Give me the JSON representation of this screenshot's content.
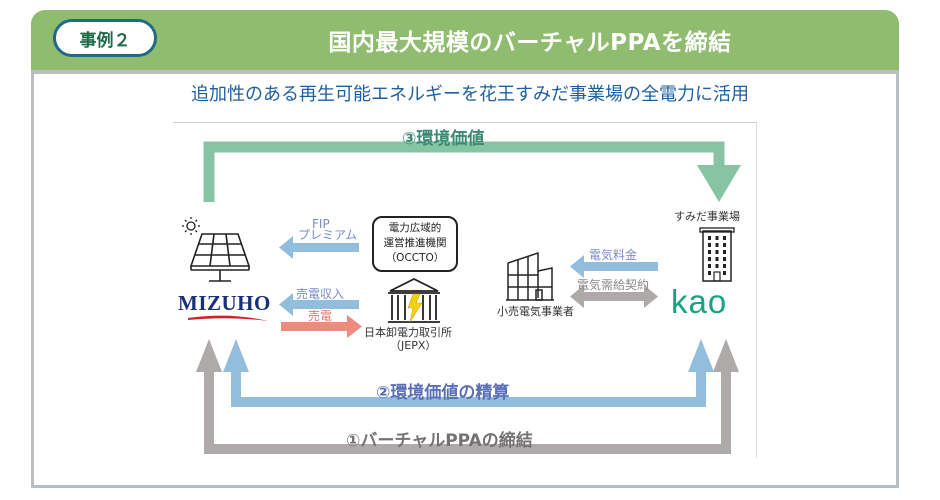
{
  "header": {
    "badge": "事例２",
    "title": "国内最大規模のバーチャルPPAを締結"
  },
  "subtitle": "追加性のある再生可能エネルギーを花王すみだ事業場の全電力に活用",
  "diagram": {
    "flow3_label": "③環境価値",
    "flow2_label": "②環境価値の精算",
    "flow1_label": "①バーチャルPPAの締結",
    "fip_label_line1": "FIP",
    "fip_label_line2": "プレミアム",
    "sales_income_label": "売電収入",
    "sales_label": "売電",
    "occto_line1": "電力広域的",
    "occto_line2": "運営推進機関",
    "occto_line3": "（OCCTO）",
    "jepx_line1": "日本卸電力取引所",
    "jepx_line2": "（JEPX）",
    "retailer_label": "小売電気事業者",
    "electricity_fee_label": "電気料金",
    "supply_contract_label": "電気需給契約",
    "site_label": "すみだ事業場",
    "mizuho_logo": "MIZUHO",
    "kao_logo": "kao"
  },
  "colors": {
    "header_green": "#8fbc6e",
    "badge_border": "#1f6a86",
    "subtitle_blue": "#1f5fa0",
    "flow3_green": "#86c4a4",
    "flow2_blue": "#93bddc",
    "flow1_gray": "#aeaaa9",
    "sales_red": "#ef8a7f",
    "kao_green": "#17a383",
    "mizuho_navy": "#1a2f7a"
  },
  "icons": {
    "sun": "sun-icon",
    "solar_panel": "solar-panel-icon",
    "exchange_building": "exchange-building-icon",
    "lightning": "lightning-icon",
    "retailer_building": "retailer-building-icon",
    "office_tower": "office-tower-icon"
  }
}
